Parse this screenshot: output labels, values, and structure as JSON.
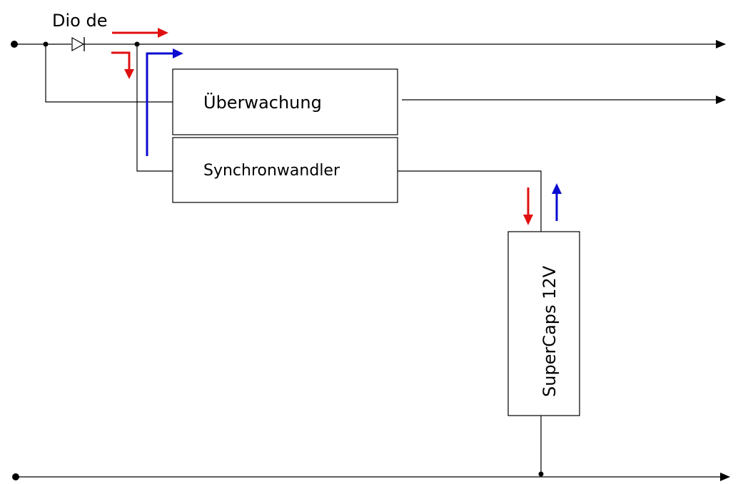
{
  "diagram": {
    "diode_label": "Dio de",
    "monitor_label": "Überwachung",
    "converter_label": "Synchronwandler",
    "supercaps_label": "SuperCaps 12V",
    "ground_mark": "–",
    "colors": {
      "line": "#000000",
      "charge_arrow": "#e01010",
      "discharge_arrow": "#0a0ad0"
    }
  }
}
